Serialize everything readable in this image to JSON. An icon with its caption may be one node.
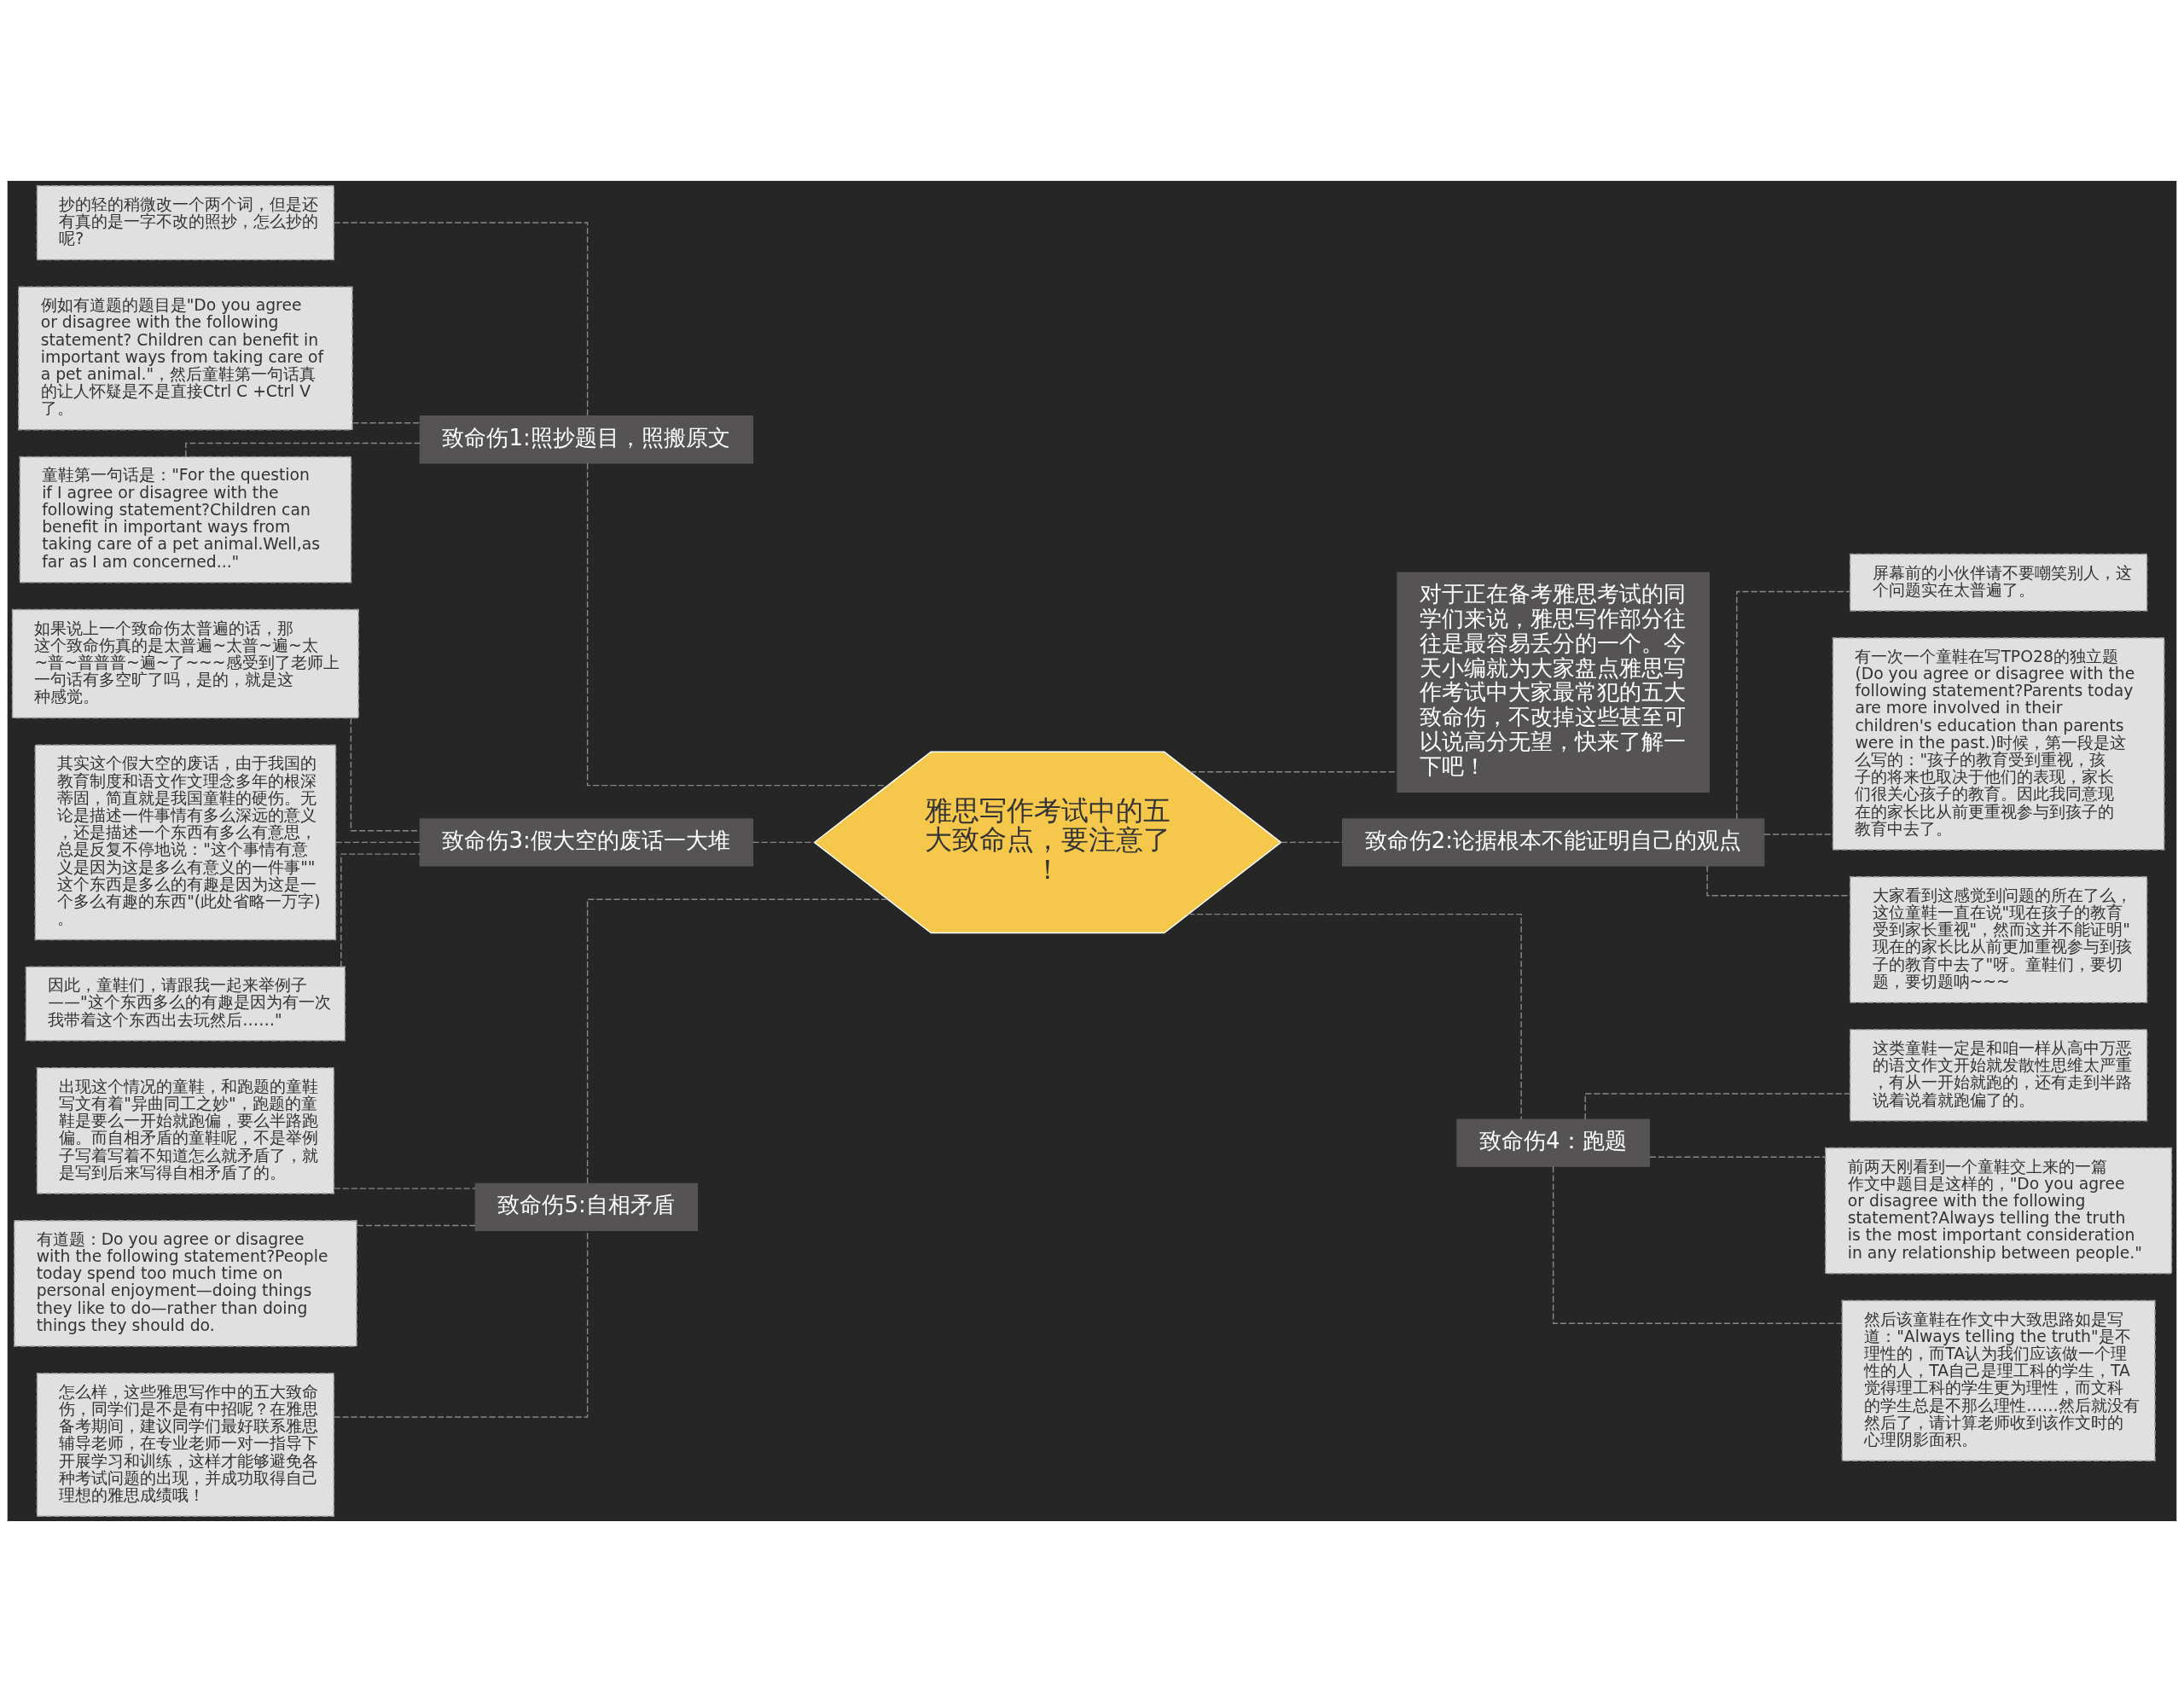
{
  "diagram": {
    "nodes": [
      {
        "text": [
          "雅思写作考试中的五大致命点，要注意了！"
        ]
      },
      {
        "text": [
          "对于正在备考雅思考试的同学们来说，雅思写作部分往往是最容易丢分的一个。今天小编就为大家盘点雅思写作考试中大家最常犯的五大致命伤，不改掉这些甚至可以说高分无望，快来了解一下吧！"
        ]
      },
      {
        "text": [
          "致命伤1:照抄题目，照搬原文"
        ]
      },
      {
        "text": [
          "抄的轻的稍微改一个两个词，但是还有真的是一字不改的照抄，怎么抄的呢?"
        ]
      },
      {
        "text": [
          "例如有道题的题目是\"Do you agree or disagree with the following statement? Children can benefit in important ways from taking care of a pet animal.\"，然后童鞋第一句话真的让人怀疑是不是直接Ctrl C +Ctrl V了。"
        ]
      },
      {
        "text": [
          "童鞋第一句话是：\"For the question if I agree or disagree with the following statement?Children can benefit in important ways from taking care of a pet animal.Well,as far as I am concerned...\""
        ]
      },
      {
        "text": [
          "致命伤2:论据根本不能证明自己的观点"
        ]
      },
      {
        "text": [
          "屏幕前的小伙伴请不要嘲笑别人，这个问题实在太普遍了。"
        ]
      },
      {
        "text": [
          "有一次一个童鞋在写TPO28的独立题(Do you agree or disagree with the following statement?Parents today are more involved in their children's education than parents were in the past.)时候，第一段是这么写的：\"孩子的教育受到重视，孩子的将来也取决于他们的表现，家长们很关心孩子的教育。因此我同意现在的家长比从前更重视参与到孩子的教育中去了。"
        ]
      },
      {
        "text": [
          "大家看到这感觉到问题的所在了么，这位童鞋一直在说\"现在孩子的教育受到家长重视\"，然而这并不能证明\"现在的家长比从前更加重视参与到孩子的教育中去了\"呀。童鞋们，要切题，要切题呐~~~"
        ]
      },
      {
        "text": [
          "致命伤3:假大空的废话一大堆"
        ]
      },
      {
        "text": [
          "如果说上一个致命伤太普遍的话，那这个致命伤真的是太普遍~太普~遍~太~普~普普普~遍~了~~~感受到了老师上一句话有多空旷了吗，是的，就是这种感觉。"
        ]
      },
      {
        "text": [
          "其实这个假大空的废话，由于我国的教育制度和语文作文理念多年的根深蒂固，简直就是我国童鞋的硬伤。无论是描述一件事情有多么深远的意义，还是描述一个东西有多么有意思，总是反复不停地说：\"这个事情有意义是因为这是多么有意义的一件事\"\"这个东西是多么的有趣是因为这是一个多么有趣的东西\"(此处省略一万字)。"
        ]
      },
      {
        "text": [
          "因此，童鞋们，请跟我一起来举例子——\"这个东西多么的有趣是因为有一次我带着这个东西出去玩然后……\""
        ]
      },
      {
        "text": [
          "致命伤4：跑题"
        ]
      },
      {
        "text": [
          "这类童鞋一定是和咱一样从高中万恶的语文作文开始就发散性思维太严重，有从一开始就跑的，还有走到半路说着说着就跑偏了的。"
        ]
      },
      {
        "text": [
          "前两天刚看到一个童鞋交上来的一篇作文中题目是这样的，\"Do you agree or disagree with the following statement?Always telling the truth is the most important consideration in any relationship between people.\""
        ]
      },
      {
        "text": [
          "然后该童鞋在作文中大致思路如是写道：\"Always telling the truth\"是不理性的，而TA认为我们应该做一个理性的人，TA自己是理工科的学生，TA觉得理工科的学生更为理性，而文科的学生总是不那么理性……然后就没有然后了，请计算老师收到该作文时的心理阴影面积。"
        ]
      },
      {
        "text": [
          "致命伤5:自相矛盾"
        ]
      },
      {
        "text": [
          "出现这个情况的童鞋，和跑题的童鞋写文有着\"异曲同工之妙\"，跑题的童鞋是要么一开始就跑偏，要么半路跑偏。而自相矛盾的童鞋呢，不是举例子写着写着不知道怎么就矛盾了，就是写到后来写得自相矛盾了的。"
        ]
      },
      {
        "text": [
          "有道题：Do you agree or disagree with the following statement?People today spend too much time on personal enjoyment—doing things they like to do—rather than doing things they should do."
        ]
      },
      {
        "text": [
          "怎么样，这些雅思写作中的五大致命伤，同学们是不是有中招呢？在雅思备考期间，建议同学们最好联系雅思辅导老师，在专业老师一对一指导下开展学习和训练，这样才能够避免各种考试问题的出现，并成功取得自己理想的雅思成绩哦！"
        ]
      }
    ],
    "edges": [
      {
        "from": 0,
        "to": 1,
        "arrow": "none",
        "style": "dashed"
      },
      {
        "from": 0,
        "to": 2,
        "arrow": "none",
        "style": "dashed"
      },
      {
        "from": 2,
        "to": 3,
        "arrow": "none",
        "style": "dashed"
      },
      {
        "from": 2,
        "to": 4,
        "arrow": "none",
        "style": "dashed"
      },
      {
        "from": 2,
        "to": 5,
        "arrow": "none",
        "style": "dashed"
      },
      {
        "from": 0,
        "to": 6,
        "arrow": "none",
        "style": "dashed"
      },
      {
        "from": 6,
        "to": 7,
        "arrow": "none",
        "style": "dashed"
      },
      {
        "from": 6,
        "to": 8,
        "arrow": "none",
        "style": "dashed"
      },
      {
        "from": 6,
        "to": 9,
        "arrow": "none",
        "style": "dashed"
      },
      {
        "from": 0,
        "to": 10,
        "arrow": "none",
        "style": "dashed"
      },
      {
        "from": 10,
        "to": 11,
        "arrow": "none",
        "style": "dashed"
      },
      {
        "from": 10,
        "to": 12,
        "arrow": "none",
        "style": "dashed"
      },
      {
        "from": 10,
        "to": 13,
        "arrow": "none",
        "style": "dashed"
      },
      {
        "from": 0,
        "to": 14,
        "arrow": "none",
        "style": "dashed"
      },
      {
        "from": 14,
        "to": 15,
        "arrow": "none",
        "style": "dashed"
      },
      {
        "from": 14,
        "to": 16,
        "arrow": "none",
        "style": "dashed"
      },
      {
        "from": 14,
        "to": 17,
        "arrow": "none",
        "style": "dashed"
      },
      {
        "from": 0,
        "to": 18,
        "arrow": "none",
        "style": "dashed"
      },
      {
        "from": 18,
        "to": 19,
        "arrow": "none",
        "style": "dashed"
      },
      {
        "from": 18,
        "to": 20,
        "arrow": "none",
        "style": "dashed"
      },
      {
        "from": 18,
        "to": 21,
        "arrow": "none",
        "style": "dashed"
      }
    ]
  }
}
